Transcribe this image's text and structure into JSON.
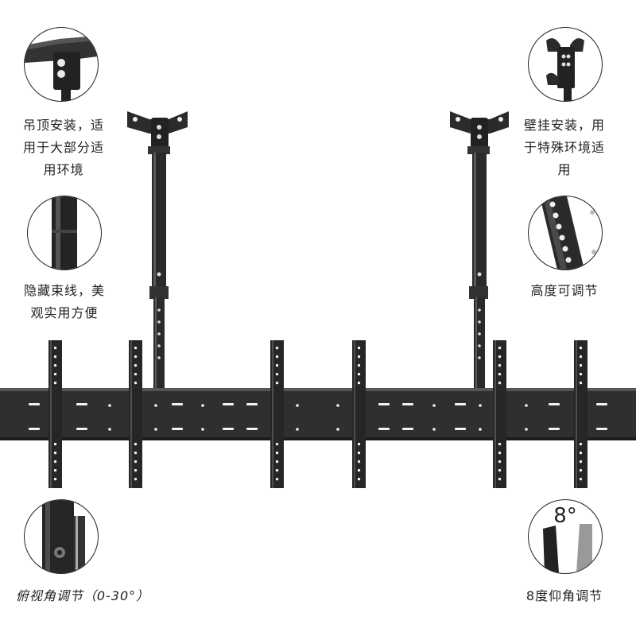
{
  "features": {
    "ceiling_mount": {
      "lines": [
        "吊顶安装，适",
        "用于大部分适",
        "用环境"
      ],
      "icon": "ceiling-bracket-icon"
    },
    "wall_mount": {
      "lines": [
        "壁挂安装，用",
        "于特殊环境适",
        "用"
      ],
      "icon": "wall-bracket-icon"
    },
    "hidden_cable": {
      "lines": [
        "隐藏束线，美",
        "观实用方便"
      ],
      "icon": "pole-tube-icon"
    },
    "height_adjust": {
      "lines": [
        "高度可调节"
      ],
      "icon": "adjustable-pole-icon"
    },
    "tilt_down": {
      "text": "俯视角调节（0-30°）",
      "icon": "tilt-hinge-icon"
    },
    "tilt_up": {
      "text": "8度仰角调节",
      "icon": "tilt-angle-icon",
      "angle_label": "8°"
    }
  },
  "colors": {
    "metal": "#2b2b2b",
    "highlight": "#6e6e6e",
    "hole": "#f2f2f2"
  }
}
